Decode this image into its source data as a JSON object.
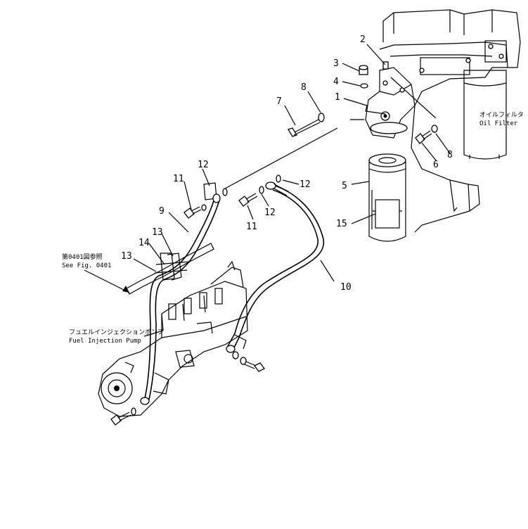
{
  "callouts": {
    "c1": "1",
    "c2": "2",
    "c3": "3",
    "c4": "4",
    "c5": "5",
    "c6": "6",
    "c7": "7",
    "c8a": "8",
    "c8b": "8",
    "c9": "9",
    "c10": "10",
    "c11a": "11",
    "c11b": "11",
    "c12a": "12",
    "c12b": "12",
    "c12c": "12",
    "c13a": "13",
    "c13b": "13",
    "c14": "14",
    "c15": "15"
  },
  "labels": {
    "oil_filter_jp": "オイルフィルタ",
    "oil_filter_en": "Oil Filter",
    "see_fig_jp": "第0401図参照",
    "see_fig_en": "See Fig. 0401",
    "pump_jp": "フュエルインジェクションポンプ",
    "pump_en": "Fuel Injection Pump"
  }
}
